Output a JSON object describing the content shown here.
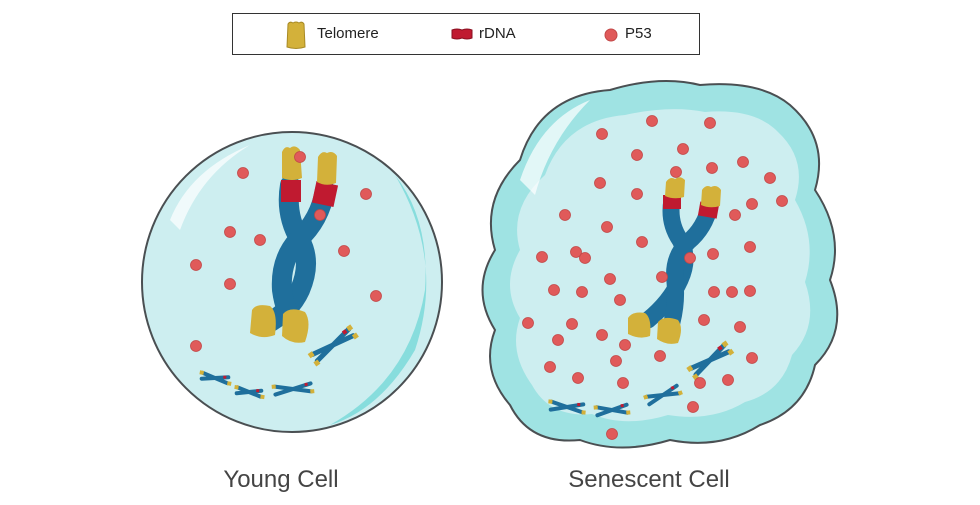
{
  "legend": {
    "telomere": "Telomere",
    "rdna": "rDNA",
    "p53": "P53"
  },
  "captions": {
    "young": "Young Cell",
    "senescent": "Senescent Cell"
  },
  "colors": {
    "telomere": "#d3b13a",
    "rdna": "#c01a30",
    "chromatid": "#1f6f9c",
    "p53": "#e05a5a",
    "cell_fill": "#cdeef0",
    "cell_inner": "#9fe3e3",
    "cell_outline": "#4a4f52"
  },
  "counts": {
    "young_p53": 11,
    "senescent_p53": 48
  }
}
